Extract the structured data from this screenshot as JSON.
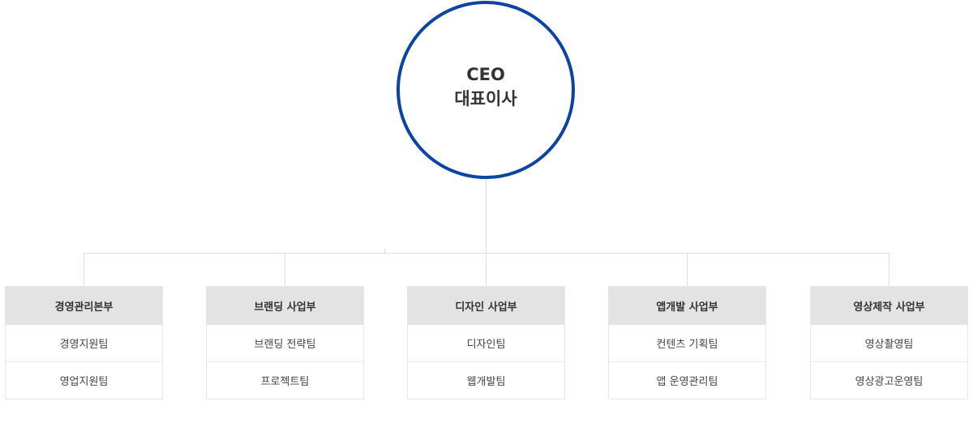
{
  "ceo": {
    "title": "CEO",
    "subtitle": "대표이사"
  },
  "colors": {
    "circle_border": "#0b44a3",
    "header_bg": "#e3e3e3",
    "connector": "#dedede"
  },
  "departments": [
    {
      "name": "경영관리본부",
      "teams": [
        "경영지원팀",
        "영업지원팀"
      ]
    },
    {
      "name": "브랜딩 사업부",
      "teams": [
        "브랜딩 전략팀",
        "프로젝트팀"
      ]
    },
    {
      "name": "디자인 사업부",
      "teams": [
        "디자인팀",
        "웹개발팀"
      ]
    },
    {
      "name": "앱개발 사업부",
      "teams": [
        "컨텐츠 기획팀",
        "앱 운영관리팀"
      ]
    },
    {
      "name": "영상제작 사업부",
      "teams": [
        "영상촬영팀",
        "영상광고운영팀"
      ]
    }
  ]
}
